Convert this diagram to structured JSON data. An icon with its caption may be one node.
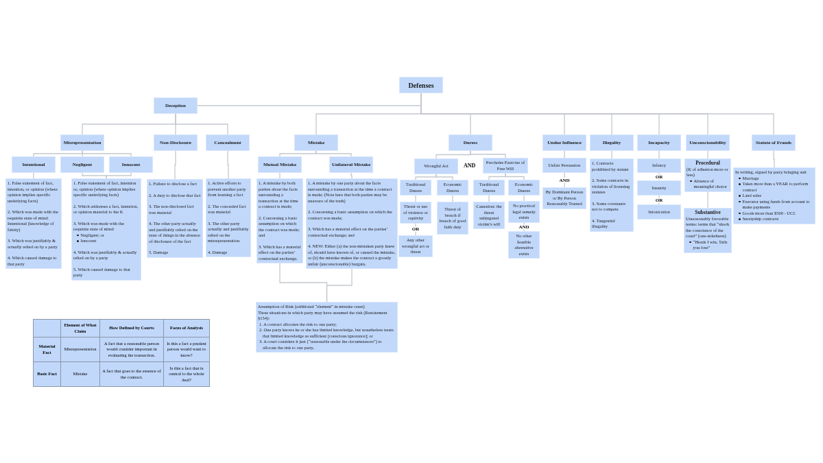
{
  "diagram": {
    "nodes": [
      {
        "text": [
          "Defenses"
        ]
      },
      {
        "text": [
          "Deception"
        ]
      },
      {
        "text": [
          "Misrepresentation"
        ]
      },
      {
        "text": [
          "Non-Disclosure"
        ]
      },
      {
        "text": [
          "Concealment"
        ]
      },
      {
        "text": [
          "Mistake"
        ]
      },
      {
        "text": [
          "Duress"
        ]
      },
      {
        "text": [
          "Undue Influence"
        ]
      },
      {
        "text": [
          "Illegality"
        ]
      },
      {
        "text": [
          "Incapacity"
        ]
      },
      {
        "text": [
          "Unconscionability"
        ]
      },
      {
        "text": [
          "Statute of Frauds"
        ]
      },
      {
        "text": [
          "Intentional"
        ]
      },
      {
        "text": [
          "Negligent"
        ]
      },
      {
        "text": [
          "Innocent"
        ]
      },
      {
        "text": [
          "1. False statement of fact, intention, or opinion (where opinion implies specific underlying facts)",
          "2. Which was made with the requisite state of mind: Intentional (knowledge of falsity)",
          "3. Which was justifiably & actually relied on by a party",
          "4. Which caused damage to that party"
        ]
      },
      {
        "text": [
          "1. False statement of fact, intention or, opinion (where opinion implies specific underlying facts)",
          "2. Which addresses a fact, intention, or opinion material to the K",
          "3. Which was made with the requisite state of mind:",
          "Negligent; or",
          "Innocent",
          "4. Which was justifiably & actually relied on by a party",
          "5. Which caused damage to that party"
        ]
      },
      {
        "text": [
          "1. Failure to disclose a fact",
          "2. A duty to disclose that fact",
          "3. The non-disclosed fact was material",
          "4. The other party actually and justifiably relied on the state of things in the absence of disclosure of the fact",
          "5. Damage"
        ]
      },
      {
        "text": [
          "1. Active efforts to prevent another party from learning a fact",
          "2. The concealed fact was material",
          "3. The other party actually and justifiably relied on the misrepresentation",
          "4. Damage"
        ]
      },
      {
        "text": [
          "Mutual Mistake"
        ]
      },
      {
        "text": [
          "Unilateral Mistake"
        ]
      },
      {
        "text": [
          "1. A mistake by both parties about the facts surrounding a transaction at the time a contract is made;",
          "2. Concerning a basic assumption on which the contract was made; and",
          "3. Which has a material effect on the parties’ contractual exchange."
        ]
      },
      {
        "text": [
          "1. A mistake by one party about the facts surrounding a transaction at the time a contract is made; (Note here that both parties may be unaware of the truth)",
          "2. Concerning a basic assumption on which the contract was made;",
          "3. Which has a material effect on the parties’ contractual exchange; and",
          "4. NEW: Either (a) the non-mistaken party knew of, should have known of, or caused the mistake, or (b) the mistake makes the contract a grossly unfair (unconscionable) bargain."
        ]
      },
      {
        "text": [
          "Assumption of Risk (additional “element” in mistake cases)",
          "Three situations in which party may have assumed the risk (Restatement §154):",
          "1. A contract allocates the risk to one party;",
          "2. One party knows he or she has limited knowledge, but nonetheless treats that limited knowledge as sufficient [conscious ignorance]; or",
          "3. A court considers it just (“reasonable under the circumstances”) to allocate the risk to one party."
        ]
      },
      {
        "text": [
          "Wrongful Act"
        ]
      },
      {
        "text": [
          "Precludes Exercise of Free Will"
        ]
      },
      {
        "text": [
          "Traditional Duress"
        ]
      },
      {
        "text": [
          "Economic Duress"
        ]
      },
      {
        "text": [
          "Threat or use of violence or captivity"
        ]
      },
      {
        "text": [
          "Any other wrongful act or threat"
        ]
      },
      {
        "text": [
          "Threat of breach if breach of good faith duty"
        ]
      },
      {
        "text": [
          "Traditional Duress"
        ]
      },
      {
        "text": [
          "Economic Duress"
        ]
      },
      {
        "text": [
          "Causation: the threat subjugated victim’s will"
        ]
      },
      {
        "text": [
          "No practical legal remedy exists"
        ]
      },
      {
        "text": [
          "No other feasible alternative exists"
        ]
      },
      {
        "text": [
          "Unfair Persuasion"
        ]
      },
      {
        "text": [
          "By Dominant Person or By Person Reasonably Trusted"
        ]
      },
      {
        "text": [
          "1. Contracts prohibited by statute",
          "2. Some contracts in violation of licensing statutes",
          "3. Some covenants not to compete",
          "4. Tangential illegality"
        ]
      },
      {
        "text": [
          "Infancy"
        ]
      },
      {
        "text": [
          "Insanity"
        ]
      },
      {
        "text": [
          "Intoxication"
        ]
      },
      {
        "text": [
          "Procedural",
          "(K of adhesion more or less)",
          "Absence of meaningful choice"
        ]
      },
      {
        "text": [
          "Substantive",
          "Unreasonably favorable terms: terms that “shock the conscience of the court” (one-sidedness)",
          "“Heads I win, Tails you lose”"
        ]
      },
      {
        "text": [
          "In writing, signed by party bringing suit",
          "Marriage",
          "Takes more than a YEAR to perform contract",
          "Land sales",
          "Executor using funds from account to make payments",
          "Goods more than $500 - UCC",
          "Suretyship contracts"
        ]
      }
    ],
    "edges": [
      {
        "from": 0,
        "to": 1,
        "arrow": "none"
      },
      {
        "from": 0,
        "to": 5,
        "arrow": "none"
      },
      {
        "from": 0,
        "to": 6,
        "arrow": "none"
      },
      {
        "from": 0,
        "to": 7,
        "arrow": "none"
      },
      {
        "from": 0,
        "to": 8,
        "arrow": "none"
      },
      {
        "from": 0,
        "to": 9,
        "arrow": "none"
      },
      {
        "from": 0,
        "to": 10,
        "arrow": "none"
      },
      {
        "from": 0,
        "to": 11,
        "arrow": "none"
      },
      {
        "from": 1,
        "to": 2,
        "arrow": "none"
      },
      {
        "from": 1,
        "to": 3,
        "arrow": "none"
      },
      {
        "from": 1,
        "to": 4,
        "arrow": "none"
      },
      {
        "from": 2,
        "to": 12,
        "arrow": "none"
      },
      {
        "from": 2,
        "to": 13,
        "arrow": "none"
      },
      {
        "from": 2,
        "to": 14,
        "arrow": "none"
      },
      {
        "from": 12,
        "to": 15,
        "arrow": "none"
      },
      {
        "from": 13,
        "to": 16,
        "arrow": "none"
      },
      {
        "from": 14,
        "to": 16,
        "arrow": "none"
      },
      {
        "from": 3,
        "to": 17,
        "arrow": "none"
      },
      {
        "from": 4,
        "to": 18,
        "arrow": "none"
      },
      {
        "from": 5,
        "to": 19,
        "arrow": "none"
      },
      {
        "from": 5,
        "to": 20,
        "arrow": "none"
      },
      {
        "from": 19,
        "to": 21,
        "arrow": "none"
      },
      {
        "from": 20,
        "to": 22,
        "arrow": "none"
      },
      {
        "from": 21,
        "to": 23,
        "arrow": "none"
      },
      {
        "from": 22,
        "to": 23,
        "arrow": "none"
      },
      {
        "from": 6,
        "to": 24,
        "arrow": "none"
      },
      {
        "from": 6,
        "to": 25,
        "arrow": "none"
      },
      {
        "from": 24,
        "to": 26,
        "arrow": "none"
      },
      {
        "from": 24,
        "to": 27,
        "arrow": "none"
      },
      {
        "from": 25,
        "to": 31,
        "arrow": "none"
      },
      {
        "from": 25,
        "to": 32,
        "arrow": "none"
      },
      {
        "from": 26,
        "to": 28,
        "arrow": "none"
      },
      {
        "from": 28,
        "to": 29,
        "arrow": "none",
        "label": "OR"
      },
      {
        "from": 27,
        "to": 30,
        "arrow": "none"
      },
      {
        "from": 31,
        "to": 33,
        "arrow": "none"
      },
      {
        "from": 32,
        "to": 34,
        "arrow": "none"
      },
      {
        "from": 34,
        "to": 35,
        "arrow": "none",
        "label": "AND"
      },
      {
        "from": 7,
        "to": 36,
        "arrow": "none"
      },
      {
        "from": 36,
        "to": 37,
        "arrow": "none",
        "label": "AND"
      },
      {
        "from": 8,
        "to": 38,
        "arrow": "none"
      },
      {
        "from": 9,
        "to": 39,
        "arrow": "none"
      },
      {
        "from": 39,
        "to": 40,
        "arrow": "none",
        "label": "OR"
      },
      {
        "from": 40,
        "to": 41,
        "arrow": "none",
        "label": "OR"
      },
      {
        "from": 10,
        "to": 42,
        "arrow": "none"
      },
      {
        "from": 42,
        "to": 43,
        "arrow": "none"
      },
      {
        "from": 11,
        "to": 44,
        "arrow": "none"
      }
    ],
    "labels": [
      "AND",
      "Element of What Claim",
      "How Defined by Courts",
      "Focus of Analysis",
      "Material Fact",
      "Misrepresentation",
      "A fact that a reasonable person would consider important in evaluating the transaction.",
      "Is this a fact a prudent person would want to know?",
      "Basic Fact",
      "Mistake",
      "A fact that goes to the essence of the contract.",
      "Is this a fact that is central to the whole deal?"
    ]
  }
}
